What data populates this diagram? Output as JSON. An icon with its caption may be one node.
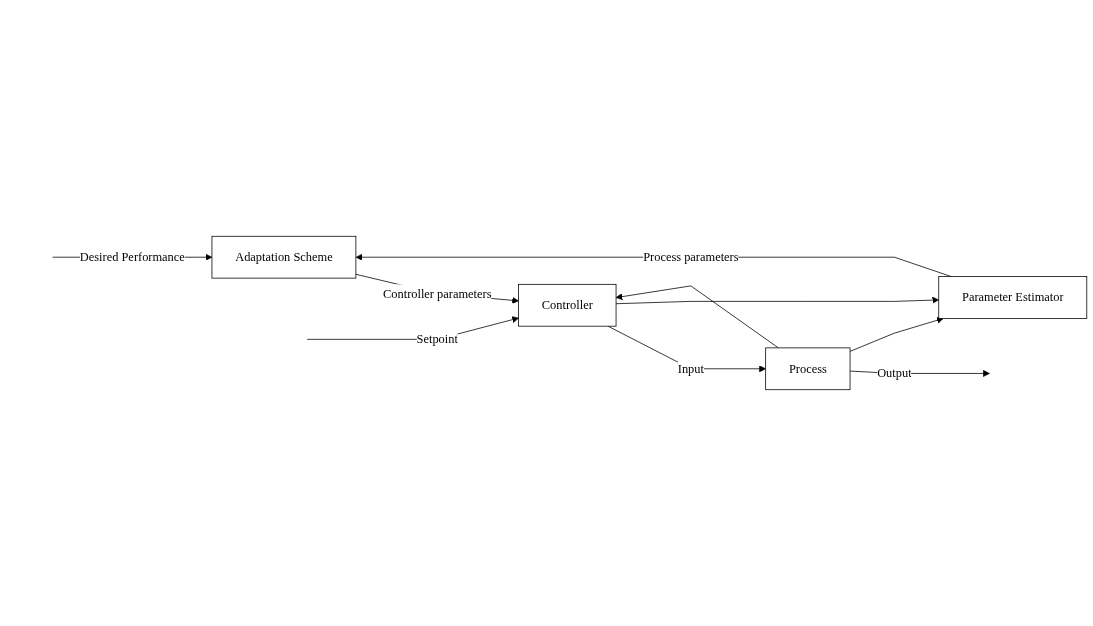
{
  "diagram": {
    "nodes": [
      {
        "text": [
          "Adaptation Scheme"
        ]
      },
      {
        "text": [
          "Parameter Estimator"
        ]
      },
      {
        "text": [
          "Controller"
        ]
      },
      {
        "text": [
          "Process"
        ]
      }
    ],
    "edges": [
      {
        "from": null,
        "to": 0,
        "arrow": "to",
        "label": "Desired Performance"
      },
      {
        "from": 1,
        "to": 0,
        "arrow": "to",
        "label": "Process parameters"
      },
      {
        "from": 0,
        "to": 2,
        "arrow": "to",
        "label": "Controller parameters"
      },
      {
        "from": null,
        "to": 2,
        "arrow": "to",
        "label": "Setpoint"
      },
      {
        "from": 2,
        "to": 3,
        "arrow": "to",
        "label": "Input"
      },
      {
        "from": 2,
        "to": 1,
        "arrow": "to"
      },
      {
        "from": 3,
        "to": null,
        "arrow": "to",
        "label": "Output"
      },
      {
        "from": 3,
        "to": 1,
        "arrow": "to"
      },
      {
        "from": 3,
        "to": 2,
        "arrow": "to"
      }
    ]
  }
}
